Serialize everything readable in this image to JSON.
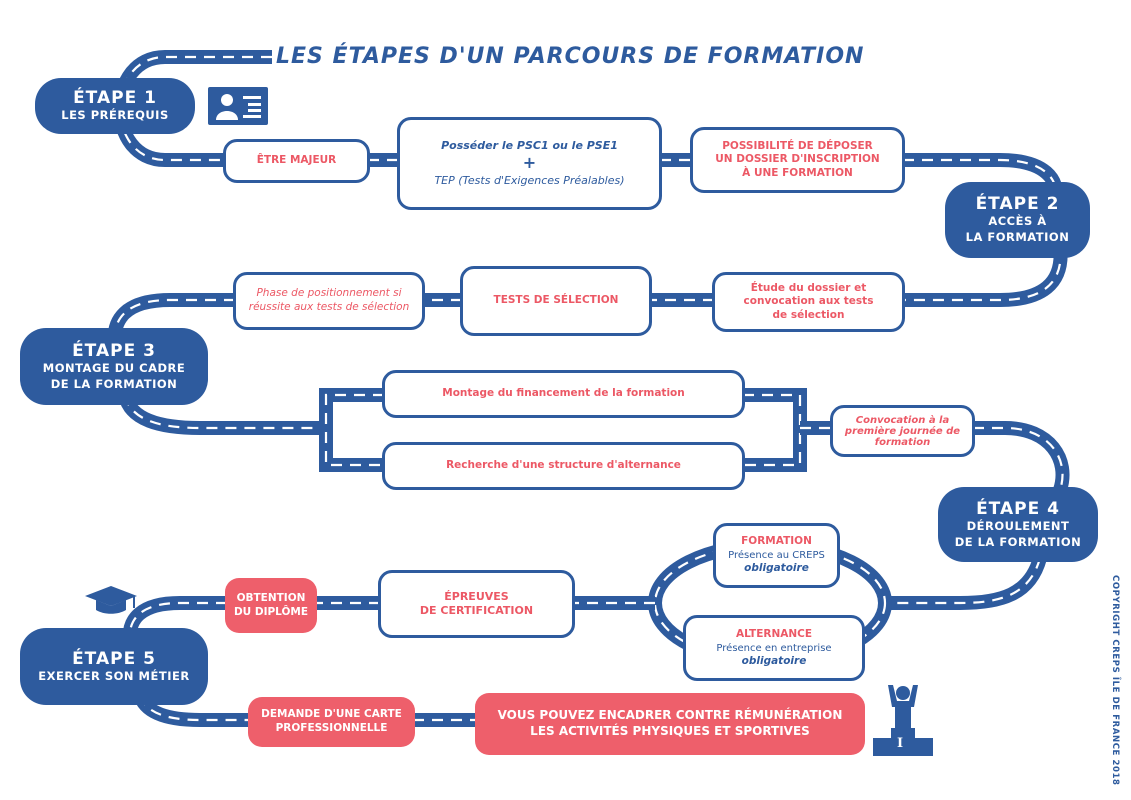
{
  "title": "LES ÉTAPES D'UN PARCOURS DE FORMATION",
  "colors": {
    "blue": "#2e5b9e",
    "red": "#ee5f6b"
  },
  "steps": [
    {
      "title": "ÉTAPE 1",
      "subtitle": [
        "LES PRÉREQUIS"
      ]
    },
    {
      "title": "ÉTAPE 2",
      "subtitle": [
        "ACCÈS À",
        "LA FORMATION"
      ]
    },
    {
      "title": "ÉTAPE 3",
      "subtitle": [
        "MONTAGE DU CADRE",
        "DE LA FORMATION"
      ]
    },
    {
      "title": "ÉTAPE 4",
      "subtitle": [
        "DÉROULEMENT",
        "DE LA FORMATION"
      ]
    },
    {
      "title": "ÉTAPE 5",
      "subtitle": [
        "EXERCER SON MÉTIER"
      ]
    }
  ],
  "stage1": {
    "majeur": "ÊTRE MAJEUR",
    "psc_line1": "Posséder le PSC1 ou le PSE1",
    "plus": "+",
    "psc_line2": "TEP (Tests d'Exigences Préalables)",
    "dossier": [
      "POSSIBILITÉ DE DÉPOSER",
      "UN DOSSIER D'INSCRIPTION",
      "À UNE FORMATION"
    ]
  },
  "stage2": {
    "etude": [
      "Étude du dossier et",
      "convocation aux tests",
      "de sélection"
    ],
    "tests": "TESTS DE SÉLECTION",
    "phase": [
      "Phase de positionnement si",
      "réussite aux tests de sélection"
    ]
  },
  "stage3": {
    "financement": "Montage du financement de la formation",
    "alternance": "Recherche d'une structure d'alternance",
    "convocation": [
      "Convocation à la",
      "première journée de",
      "formation"
    ]
  },
  "stage4": {
    "formation_title": "FORMATION",
    "formation_text": "Présence au CREPS",
    "formation_note": "obligatoire",
    "alternance_title": "ALTERNANCE",
    "alternance_text": "Présence en entreprise",
    "alternance_note": "obligatoire",
    "epreuves": [
      "ÉPREUVES",
      "DE CERTIFICATION"
    ],
    "diplome": [
      "OBTENTION",
      "DU DIPLÔME"
    ]
  },
  "stage5": {
    "carte": [
      "DEMANDE D'UNE CARTE",
      "PROFESSIONNELLE"
    ],
    "encadrer": [
      "VOUS POUVEZ ENCADRER CONTRE RÉMUNÉRATION",
      "LES ACTIVITÉS PHYSIQUES ET SPORTIVES"
    ],
    "podium_mark": "I"
  },
  "copyright": "COPYRIGHT CREPS ÎLE DE FRANCE 2018"
}
